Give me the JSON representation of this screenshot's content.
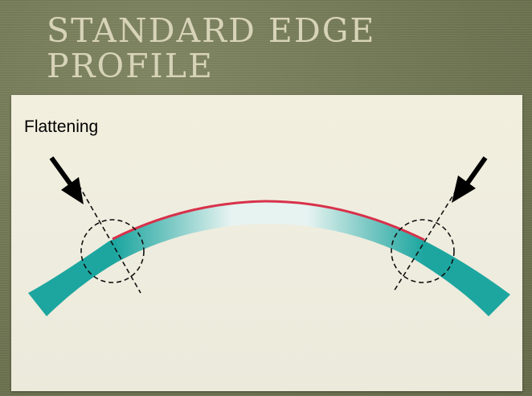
{
  "title_line1": "STANDARD EDGE",
  "title_line2": "PROFILE",
  "caption": "Flattening",
  "colors": {
    "teal": "#1da6a0",
    "red_edge": "#d8314a",
    "paper": "#f1eee0",
    "background": "#737956",
    "title_text": "#d7d3b8"
  }
}
